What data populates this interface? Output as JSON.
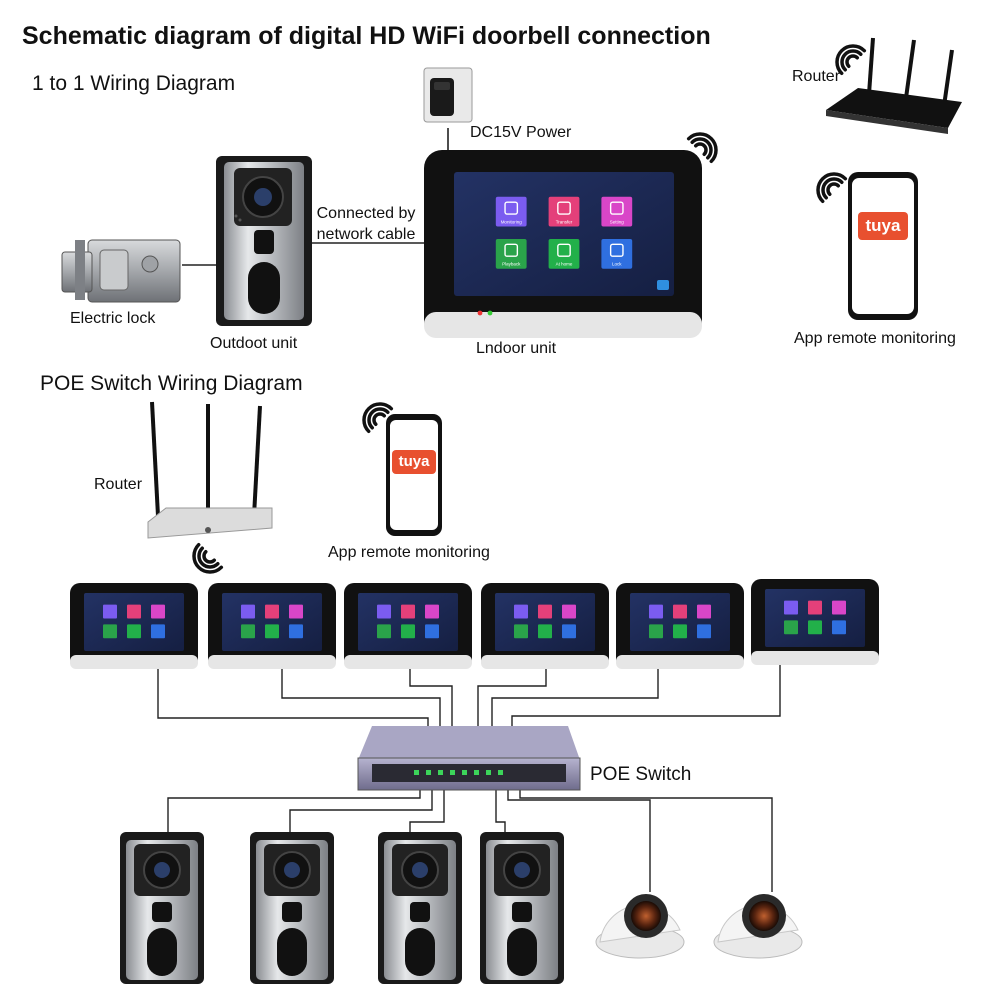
{
  "title": "Schematic diagram of digital HD WiFi doorbell connection",
  "sections": {
    "one_to_one": "1 to 1 Wiring Diagram",
    "poe": "POE Switch Wiring Diagram"
  },
  "labels": {
    "router_top": "Router",
    "power": "DC15V Power",
    "cable_line1": "Connected by",
    "cable_line2": "network cable",
    "electric_lock": "Electric lock",
    "outdoor_unit": "Outdoot unit",
    "indoor_unit": "Lndoor unit",
    "app_monitor_top": "App remote monitoring",
    "router_poe": "Router",
    "app_monitor_poe": "App remote monitoring",
    "poe_switch": "POE Switch"
  },
  "logos": {
    "tuya": "tuya"
  },
  "screen_tiles": [
    {
      "name": "Monitoring",
      "color": "#7b5cf0",
      "icon": "person"
    },
    {
      "name": "Transfer",
      "color": "#e4407a",
      "icon": "phone"
    },
    {
      "name": "Setting",
      "color": "#d946c8",
      "icon": "gear"
    },
    {
      "name": "Playback",
      "color": "#2aa34a",
      "icon": "play"
    },
    {
      "name": "At home",
      "color": "#22b04a",
      "icon": "home"
    },
    {
      "name": "Lock",
      "color": "#2f6fe0",
      "icon": "lock"
    }
  ],
  "counts": {
    "indoor_monitors_poe": 6,
    "outdoor_units_poe": 4,
    "dome_cameras": 2
  },
  "colors": {
    "accent": "#e8502f",
    "screen": "#1d2a55",
    "frame": "#111111"
  }
}
